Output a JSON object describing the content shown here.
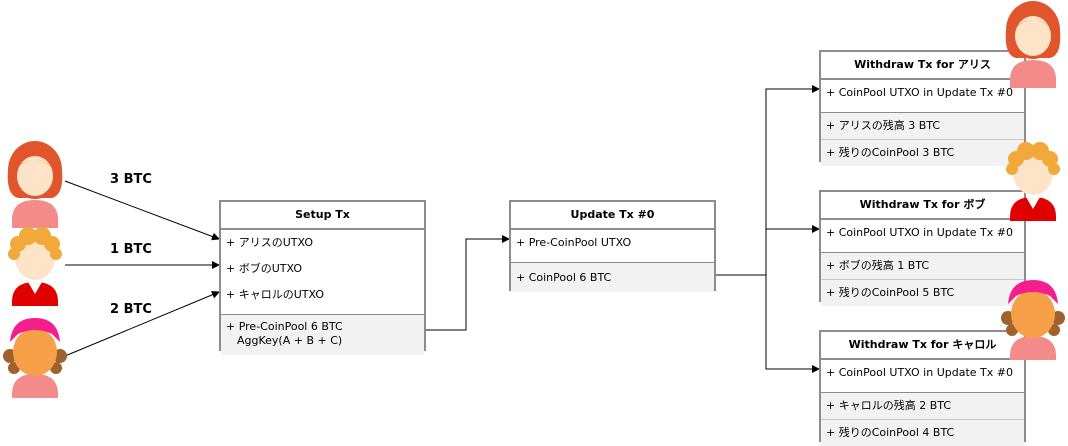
{
  "inputs": [
    {
      "amount": "3 BTC",
      "avatar": "alice-avatar"
    },
    {
      "amount": "1 BTC",
      "avatar": "bob-avatar"
    },
    {
      "amount": "2 BTC",
      "avatar": "carol-avatar"
    }
  ],
  "setup_tx": {
    "title": "Setup Tx",
    "inputs": [
      "+ アリスのUTXO",
      "+ ボブのUTXO",
      "+ キャロルのUTXO"
    ],
    "output_line1": "+ Pre-CoinPool 6 BTC",
    "output_line2": "AggKey(A + B + C)"
  },
  "update_tx": {
    "title": "Update Tx #0",
    "input": "+ Pre-CoinPool UTXO",
    "output": "+ CoinPool 6 BTC"
  },
  "withdraw_txs": [
    {
      "title": "Withdraw Tx for アリス",
      "input": "+ CoinPool UTXO in Update Tx #0",
      "outputs": [
        "+ アリスの残高 3 BTC",
        "+ 残りのCoinPool 3 BTC"
      ]
    },
    {
      "title": "Withdraw Tx for ボブ",
      "input": "+ CoinPool UTXO in Update Tx #0",
      "outputs": [
        "+ ボブの残高 1 BTC",
        "+ 残りのCoinPool 5 BTC"
      ]
    },
    {
      "title": "Withdraw Tx for キャロル",
      "input": "+ CoinPool UTXO in Update Tx #0",
      "outputs": [
        "+ キャロルの残高 2 BTC",
        "+ 残りのCoinPool 4 BTC"
      ]
    }
  ],
  "colors": {
    "border": "#8c8c8c",
    "output_bg": "#f2f2f2",
    "skin": "#fde3c8",
    "alice_hair": "#e0552c",
    "bob_hair": "#f0a93a",
    "carol_hair": "#f41e8c",
    "carol_face": "#f6a04a",
    "shirt_pink": "#f38b8b",
    "shirt_red": "#e00000"
  }
}
